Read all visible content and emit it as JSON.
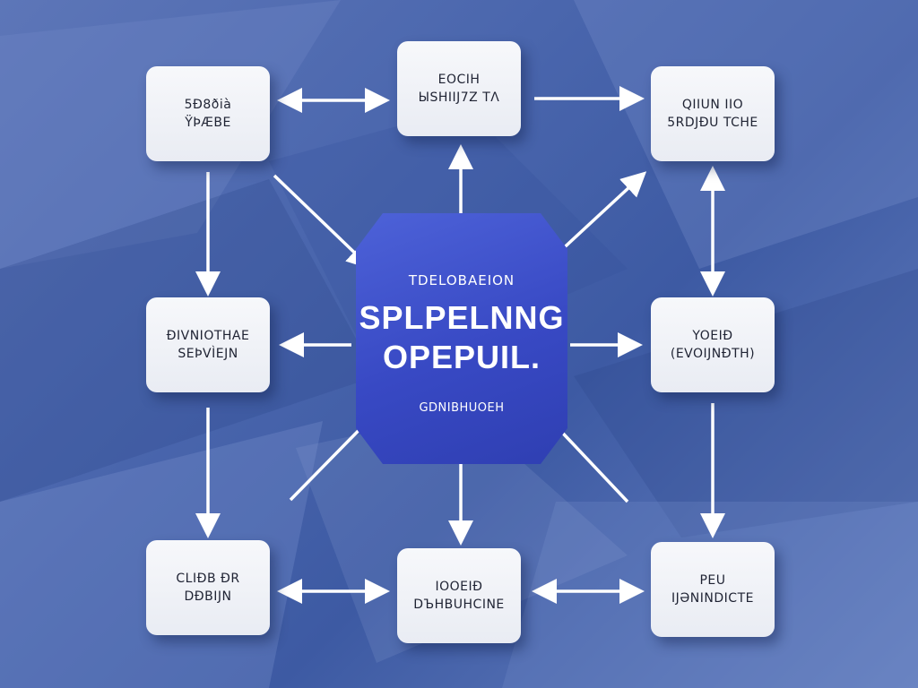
{
  "hub": {
    "subtitle": "TDELOBAEION",
    "title_line1": "SPLPELNNG",
    "title_line2": "OPEPUIL.",
    "footer": "GDNIBHUOEH"
  },
  "nodes": {
    "top_left": {
      "line1": "5Ð8ðià",
      "line2": "ŸÞÆBE"
    },
    "top_center": {
      "line1": "EOCIH",
      "line2": "ЫSHIIJ7Z TΛ"
    },
    "top_right": {
      "line1": "QIIUN IIO",
      "line2": "5RDJÐU TCHE"
    },
    "mid_left": {
      "line1": "ÐIVNIOTHAE",
      "line2": "SEÞVÌEJN"
    },
    "mid_right": {
      "line1": "YOEIÐ",
      "line2": "(EVOIJNÐTH)"
    },
    "bottom_left": {
      "line1": "CLIÐB ÐR",
      "line2": "DÐBIJN"
    },
    "bottom_center": {
      "line1": "IOOEIÐ",
      "line2": "DЪHBUHCINE"
    },
    "bottom_right": {
      "line1": "PEU",
      "line2": "IJƏNINDICTE"
    }
  },
  "colors": {
    "background": "#4a66ad",
    "hub_fill": "#3849c4",
    "node_fill": "#f2f4f8",
    "connector": "#ffffff"
  }
}
